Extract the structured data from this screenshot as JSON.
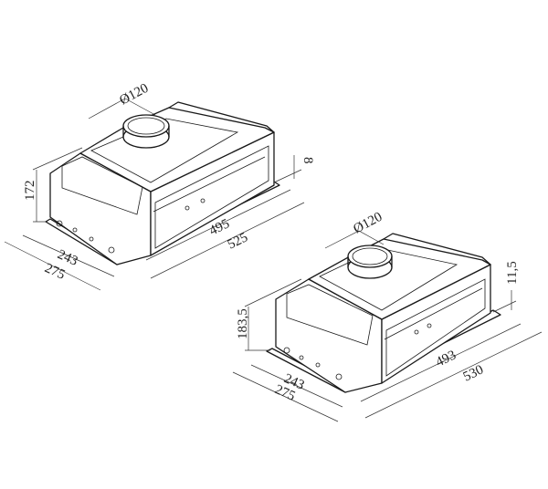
{
  "drawings": [
    {
      "id": "hood-a",
      "duct_diameter": "Ø120",
      "height": "172",
      "flange_offset": "8",
      "inner_width": "495",
      "outer_width": "525",
      "inner_depth": "243",
      "outer_depth": "275"
    },
    {
      "id": "hood-b",
      "duct_diameter": "Ø120",
      "height": "183,5",
      "flange_offset": "11,5",
      "inner_width": "493",
      "outer_width": "530",
      "inner_depth": "243",
      "outer_depth": "275"
    }
  ],
  "colors": {
    "line": "#1a1a1a",
    "background": "#ffffff"
  }
}
